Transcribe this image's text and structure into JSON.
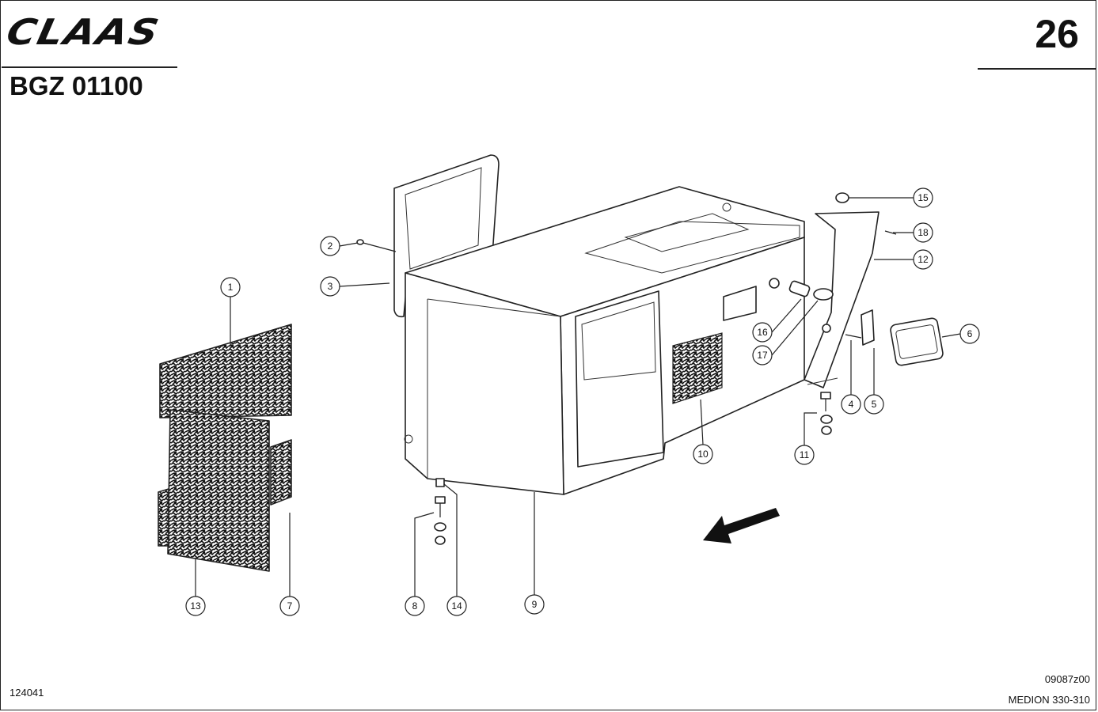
{
  "header": {
    "logo_text": "CLAAS",
    "page_number": "26",
    "doc_code": "BGZ 01100"
  },
  "footer": {
    "left_code": "124041",
    "right_code": "09087z00",
    "model": "MEDION 330-310"
  },
  "callouts": {
    "c1": "1",
    "c2": "2",
    "c3": "3",
    "c4": "4",
    "c5": "5",
    "c6": "6",
    "c7": "7",
    "c8": "8",
    "c9": "9",
    "c10": "10",
    "c11": "11",
    "c12": "12",
    "c13": "13",
    "c14": "14",
    "c15": "15",
    "c16": "16",
    "c17": "17",
    "c18": "18"
  },
  "colors": {
    "line": "#222222",
    "texture": "#111111",
    "background": "#ffffff"
  }
}
